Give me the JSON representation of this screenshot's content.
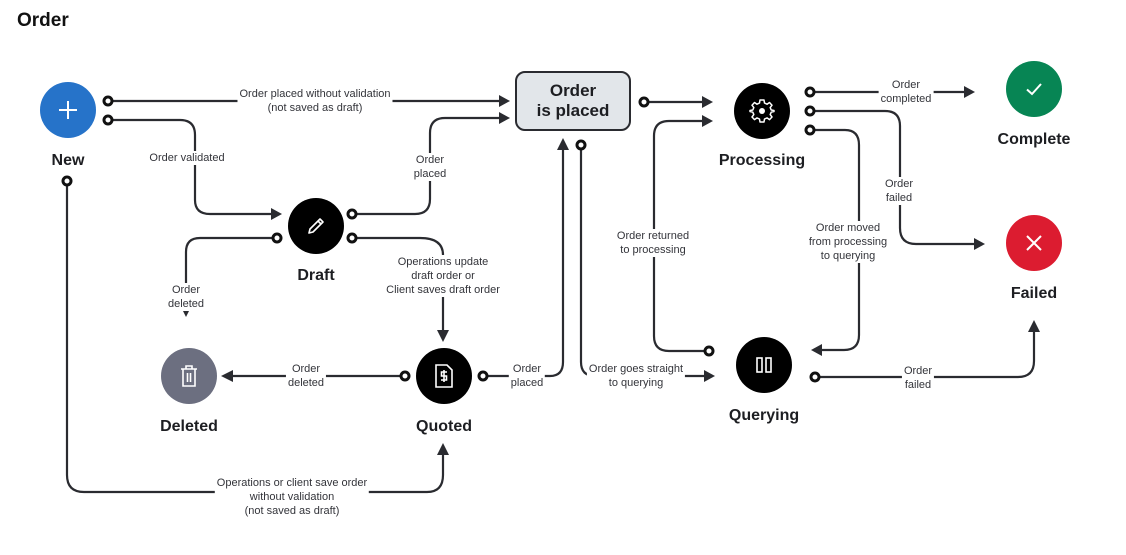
{
  "title": "Order",
  "colors": {
    "new": "#2673c9",
    "complete": "#078554",
    "failed": "#dc1c30",
    "deleted": "#6c6f80",
    "dark": "#000000",
    "placed_bg": "#e2e6ea",
    "line": "#2a2b30"
  },
  "nodes": {
    "new": {
      "label": "New",
      "icon": "plus-icon"
    },
    "draft": {
      "label": "Draft",
      "icon": "pencil-icon"
    },
    "deleted": {
      "label": "Deleted",
      "icon": "trash-icon"
    },
    "quoted": {
      "label": "Quoted",
      "icon": "invoice-dollar-icon"
    },
    "placed": {
      "label": "Order\nis placed"
    },
    "processing": {
      "label": "Processing",
      "icon": "gear-icon"
    },
    "querying": {
      "label": "Querying",
      "icon": "pause-icon"
    },
    "complete": {
      "label": "Complete",
      "icon": "check-icon"
    },
    "failed": {
      "label": "Failed",
      "icon": "close-icon"
    }
  },
  "edges": {
    "new_to_placed": "Order placed without validation\n(not saved as draft)",
    "new_to_draft": "Order validated",
    "draft_to_placed": "Order\nplaced",
    "draft_to_deleted": "Order\ndeleted",
    "draft_to_quoted": "Operations update\ndraft order or\nClient saves draft order",
    "quoted_to_deleted": "Order\ndeleted",
    "quoted_to_placed": "Order\nplaced",
    "new_to_quoted": "Operations or client save order\nwithout validation\n(not saved as draft)",
    "placed_to_querying": "Order goes straight\nto querying",
    "querying_to_processing": "Order returned\nto processing",
    "processing_to_complete": "Order\ncompleted",
    "processing_to_failed": "Order\nfailed",
    "processing_to_querying": "Order moved\nfrom processing\nto querying",
    "querying_to_failed": "Order\nfailed"
  }
}
